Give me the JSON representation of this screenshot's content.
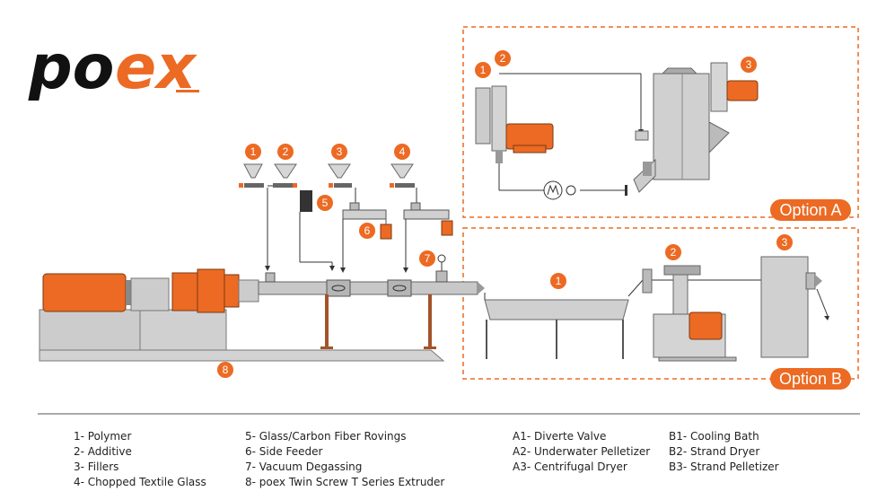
{
  "logo": {
    "part1": "po",
    "part2": "ex"
  },
  "colors": {
    "accent": "#ec6a23",
    "equipment": "#c8c8c8",
    "dark": "#555555"
  },
  "main_line": {
    "badges": [
      "1",
      "2",
      "3",
      "4",
      "5",
      "6",
      "7",
      "8"
    ]
  },
  "option_a": {
    "label": "Option A",
    "badges": [
      "1",
      "2",
      "3"
    ]
  },
  "option_b": {
    "label": "Option B",
    "badges": [
      "1",
      "2",
      "3"
    ]
  },
  "legend": {
    "col1": [
      "1- Polymer",
      "2- Additive",
      "3- Fillers",
      "4- Chopped Textile Glass"
    ],
    "col2": [
      "5- Glass/Carbon Fiber Rovings",
      "6- Side Feeder",
      "7- Vacuum Degassing",
      "8- poex Twin Screw T Series Extruder"
    ],
    "col3": [
      "A1- Diverte Valve",
      "A2- Underwater Pelletizer",
      "A3- Centrifugal Dryer"
    ],
    "col4": [
      "B1- Cooling Bath",
      "B2- Strand Dryer",
      "B3- Strand Pelletizer"
    ]
  }
}
